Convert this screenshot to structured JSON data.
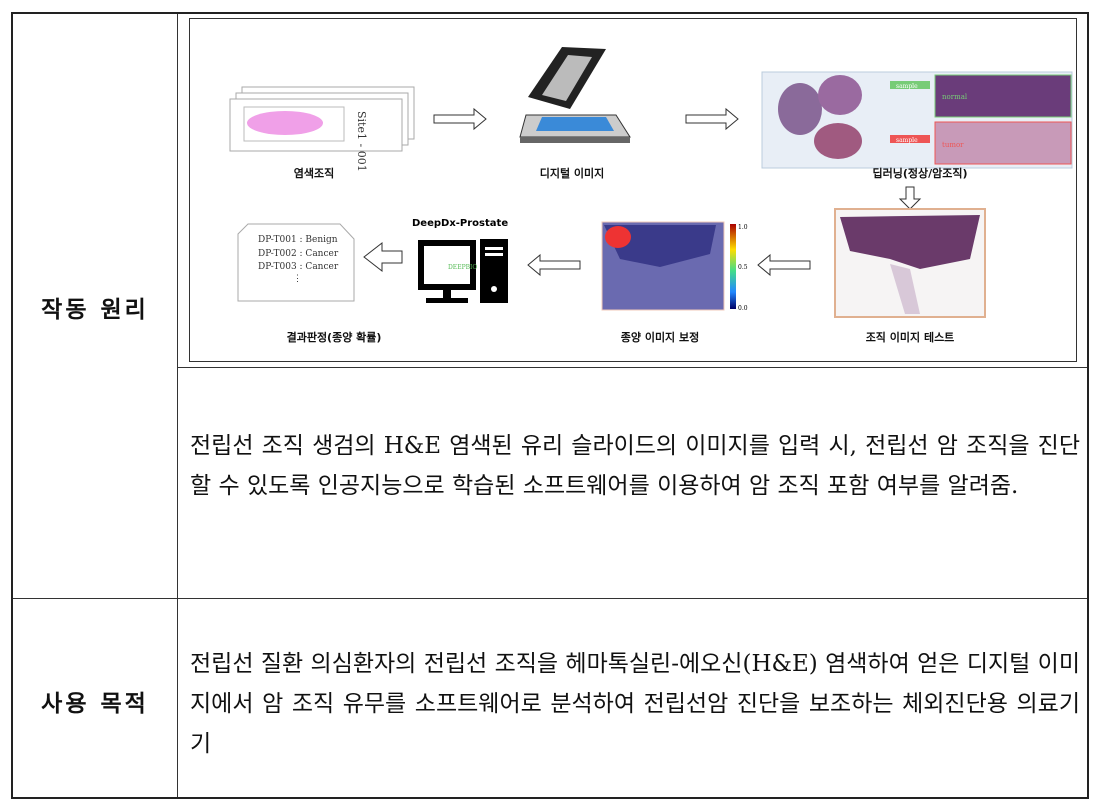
{
  "rows": [
    {
      "label": "작동 원리",
      "diagram": {
        "steps": [
          "염색조직",
          "디지털 이미지",
          "딥러닝(정상/암조직)",
          "조직 이미지 테스트",
          "종양 이미지 보정",
          "결과판정(종양 확률)"
        ],
        "slide_text": "Site1 - 001",
        "sample_label": "sample",
        "normal_label": "normal",
        "tumor_label": "tumor",
        "software_name": "DeepDx-Prostate",
        "logo_text": "DEEPBIO",
        "colorbar_ticks": [
          "1.0",
          "0.5",
          "0.0"
        ],
        "results": [
          "DP-T001 : Benign",
          "DP-T002 : Cancer",
          "DP-T003 : Cancer"
        ]
      },
      "description": "전립선 조직 생검의 H&E 염색된 유리 슬라이드의 이미지를 입력 시, 전립선 암 조직을 진단할 수 있도록 인공지능으로 학습된 소프트웨어를 이용하여 암 조직 포함 여부를 알려줌."
    },
    {
      "label": "사용 목적",
      "description": "전립선 질환 의심환자의 전립선 조직을 헤마톡실린-에오신(H&E) 염색하여 얻은 디지털 이미지에서 암 조직 유무를 소프트웨어로 분석하여 전립선암 진단을 보조하는 체외진단용 의료기기"
    }
  ]
}
